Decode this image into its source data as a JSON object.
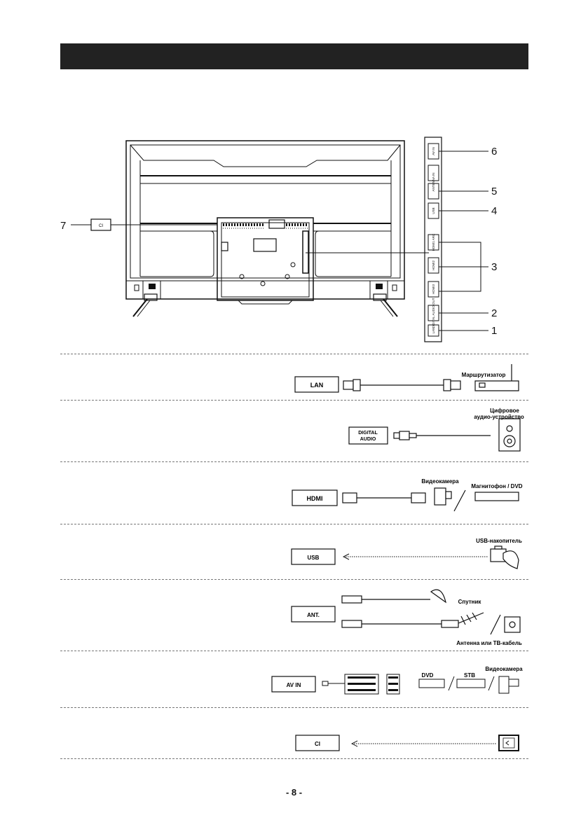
{
  "page": {
    "number": "- 8 -"
  },
  "callouts": {
    "c1": "1",
    "c2": "2",
    "c3": "3",
    "c4": "4",
    "c5": "5",
    "c6": "6",
    "c7": "7"
  },
  "panel_ports": {
    "p6": "AV IN",
    "p5": "ANTENNA IN",
    "p4": "USB",
    "p3a": "HDMI1 ARC",
    "p3b": "HDMI2",
    "p3c": "HDMI3",
    "p2": "DIGITAL AUDIO OUT",
    "p1": "LAN",
    "ci_side": "CI"
  },
  "rows": {
    "lan": {
      "label": "LAN",
      "device": "Маршрутизатор"
    },
    "digital": {
      "label_line1": "DIGITAL",
      "label_line2": "AUDIO",
      "device_line1": "Цифровое",
      "device_line2": "аудио-устройство"
    },
    "hdmi": {
      "label": "HDMI",
      "device1": "Видеокамера",
      "device2": "Магнитофон / DVD"
    },
    "usb": {
      "label": "USB",
      "device": "USB-накопитель"
    },
    "ant": {
      "label": "ANT.",
      "device1": "Спутник",
      "device2": "Антенна или ТВ-кабель"
    },
    "av": {
      "label": "AV IN",
      "device1": "DVD",
      "device2": "STB",
      "device3": "Видеокамера"
    },
    "ci": {
      "label": "CI"
    }
  }
}
